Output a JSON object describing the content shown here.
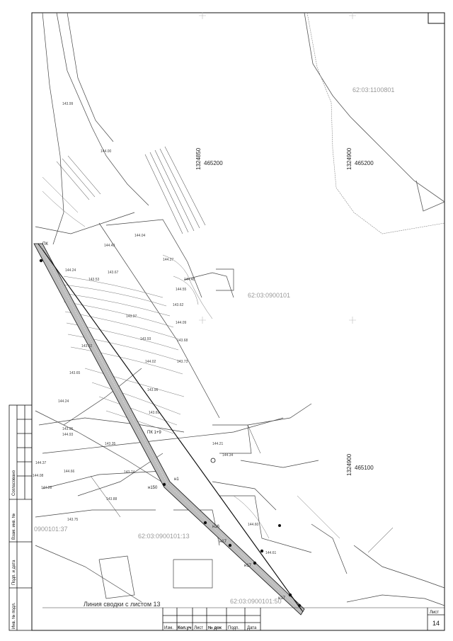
{
  "parcels": {
    "top_right": "62:03:1100801",
    "center": "62:03:0900101",
    "lower_center": "62:03:0900101:13",
    "lower_bottom": "62:03:0900101:50",
    "left": "0900101:37"
  },
  "grid_coords": {
    "x1": "1324850",
    "y1": "465200",
    "x2": "1324900",
    "y2": "465200",
    "x3": "1324900",
    "y3": "465100"
  },
  "route_points": [
    "н1",
    "н16",
    "н17",
    "н17",
    "н150",
    "н17"
  ],
  "route_marks": [
    "ПК",
    "ПК 1+9"
  ],
  "elevations": [
    "143.99",
    "144.00",
    "144.04",
    "144.43",
    "144.24",
    "144.27",
    "143.67",
    "144.48",
    "144.55",
    "143.53",
    "144.09",
    "143.97",
    "143.93",
    "143.62",
    "143.32",
    "143.68",
    "143.73",
    "143.96",
    "144.02",
    "143.65",
    "144.24",
    "143.69",
    "144.93",
    "143.95",
    "144.37",
    "144.08",
    "144.66",
    "144.28",
    "143.35",
    "144.34",
    "144.21",
    "143.74",
    "143.75",
    "143.88",
    "144.60",
    "144.61"
  ],
  "match_line": "Линия сводки с листом 13",
  "stamp": {
    "cols": [
      "Изм.",
      "Кол.уч",
      "Лист",
      "№ док",
      "Подп.",
      "Дата"
    ],
    "sheet_label": "Лист",
    "sheet_number": "14"
  },
  "side_stamp": {
    "agreed": "Согласовано",
    "inv_vz": "Взам. инв. №",
    "sign_date": "Подп. и дата",
    "inv_orig": "Инв. № подл."
  },
  "colors": {
    "lines": "#333333",
    "light": "#9a9a9a",
    "route": "#222222"
  }
}
